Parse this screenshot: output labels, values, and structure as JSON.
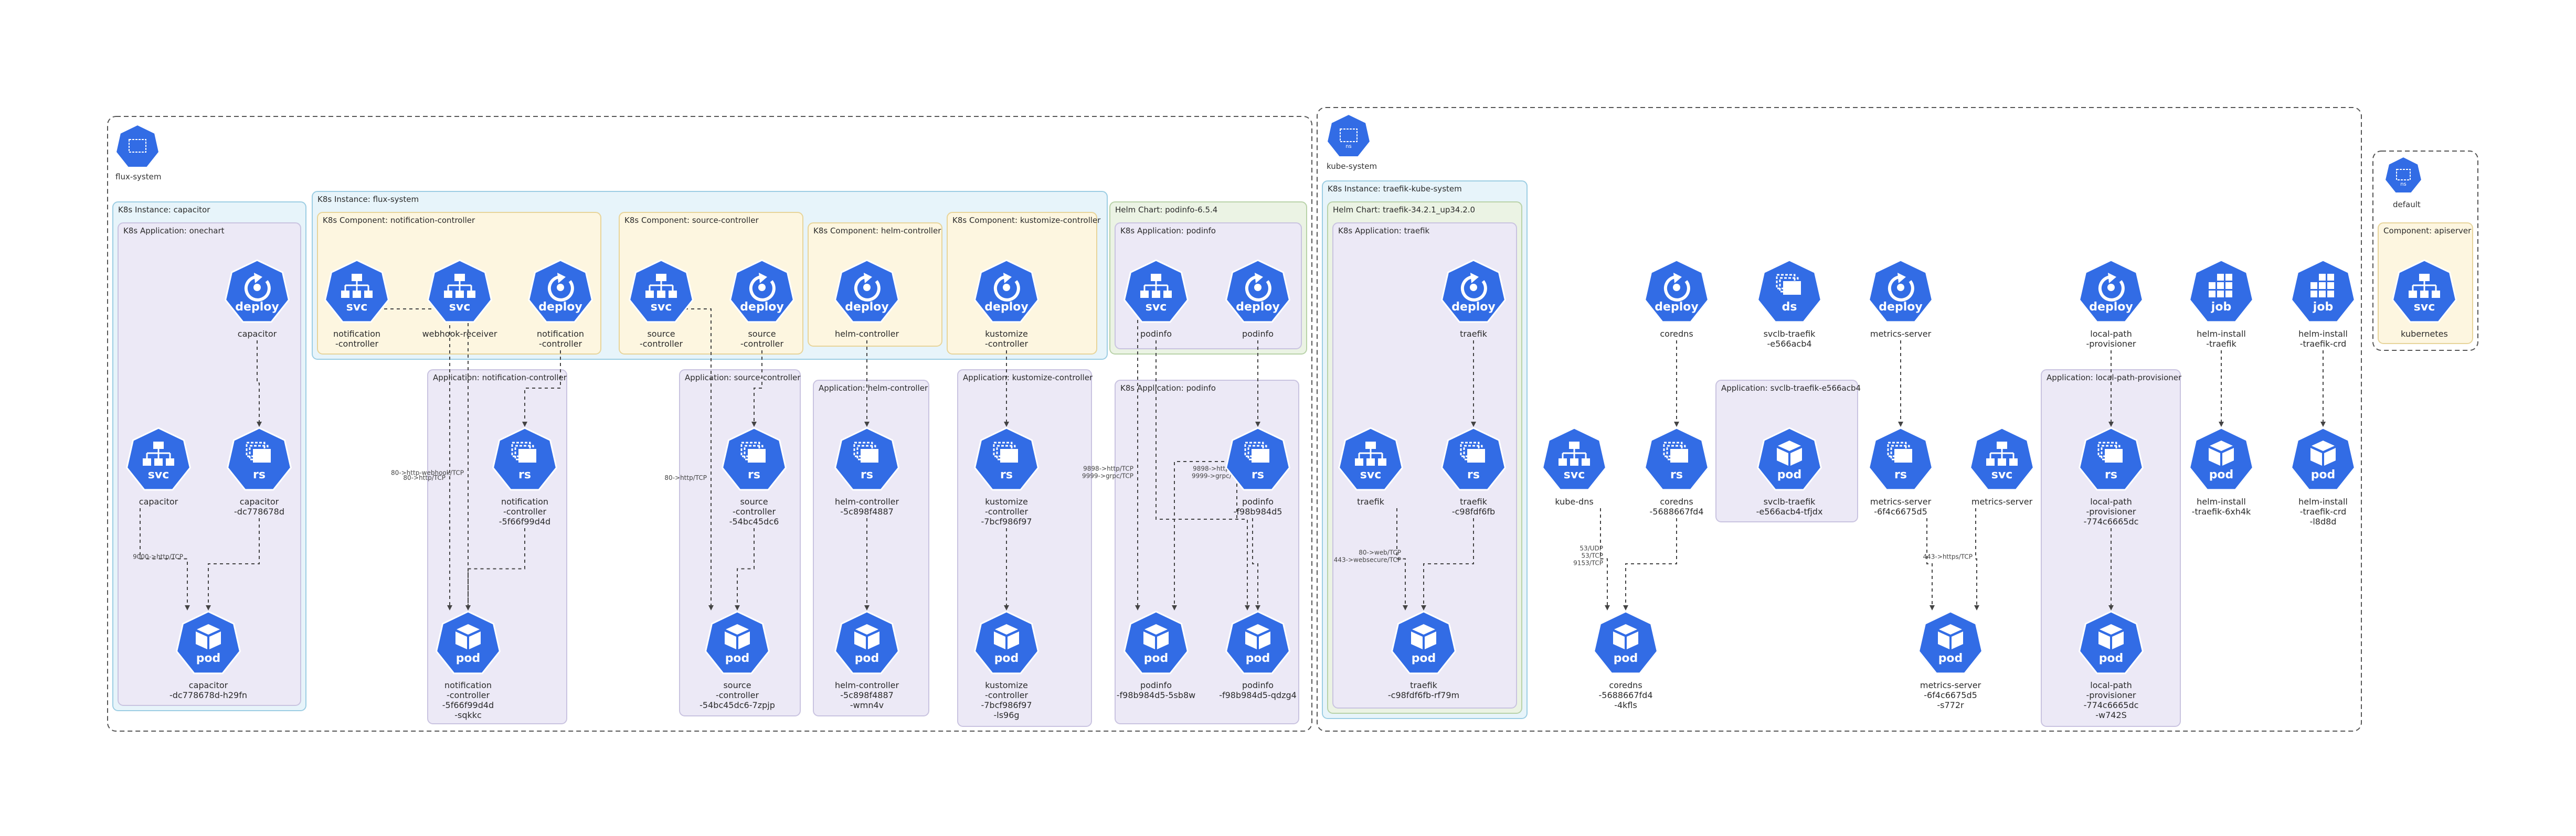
{
  "colors": {
    "hex": "#326ce5",
    "ns_border": "#555555",
    "inst_fill": "#e7f4fa",
    "inst_border": "#9ccde3",
    "comp_fill": "#fdf6e0",
    "comp_border": "#e7d49a",
    "app_fill": "#ece9f6",
    "app_border": "#c9c3e0",
    "chart_fill": "#ebf3e4",
    "chart_border": "#b8d2a8",
    "edge": "#444444"
  },
  "namespaces": [
    {
      "id": "ns1",
      "label": "flux-system",
      "icon": "namespace-icon",
      "icon_text": ""
    },
    {
      "id": "ns2",
      "label": "kube-system",
      "icon": "namespace-icon",
      "icon_text": "ns"
    },
    {
      "id": "ns3",
      "label": "default",
      "icon": "namespace-icon",
      "icon_text": "ns"
    }
  ],
  "groups": [
    {
      "id": "g1",
      "label": "K8s Instance: capacitor"
    },
    {
      "id": "g2",
      "label": "K8s Application: onechart"
    },
    {
      "id": "g3",
      "label": "K8s Instance: flux-system"
    },
    {
      "id": "g4",
      "label": "K8s Component: notification-controller"
    },
    {
      "id": "g5",
      "label": "K8s Component: source-controller"
    },
    {
      "id": "g6",
      "label": "K8s Component: helm-controller"
    },
    {
      "id": "g7",
      "label": "K8s Component: kustomize-controller"
    },
    {
      "id": "g8",
      "label": "Helm Chart: podinfo-6.5.4"
    },
    {
      "id": "g9",
      "label": "K8s Application: podinfo"
    },
    {
      "id": "g10",
      "label": "Application: notification-controller"
    },
    {
      "id": "g11",
      "label": "Application: source-controller"
    },
    {
      "id": "g12",
      "label": "Application: helm-controller"
    },
    {
      "id": "g13",
      "label": "Application: kustomize-controller"
    },
    {
      "id": "g14",
      "label": "K8s Application: podinfo"
    },
    {
      "id": "g15",
      "label": "K8s Instance: traefik-kube-system"
    },
    {
      "id": "g16",
      "label": "Helm Chart: traefik-34.2.1_up34.2.0"
    },
    {
      "id": "g17",
      "label": "K8s Application: traefik"
    },
    {
      "id": "g18",
      "label": "Application: svclb-traefik-e566acb4"
    },
    {
      "id": "g19",
      "label": "Application: local-path-provisioner"
    },
    {
      "id": "g20",
      "label": "Component: apiserver"
    }
  ],
  "nodes": [
    {
      "id": "n1",
      "kind": "deploy",
      "label": [
        "capacitor"
      ]
    },
    {
      "id": "n2",
      "kind": "svc",
      "label": [
        "capacitor"
      ]
    },
    {
      "id": "n3",
      "kind": "rs",
      "label": [
        "capacitor",
        "-dc778678d"
      ]
    },
    {
      "id": "n4",
      "kind": "pod",
      "label": [
        "capacitor",
        "-dc778678d-h29fn"
      ]
    },
    {
      "id": "n5",
      "kind": "svc",
      "label": [
        "notification",
        "-controller"
      ]
    },
    {
      "id": "n6",
      "kind": "svc",
      "label": [
        "webhook-receiver"
      ]
    },
    {
      "id": "n7",
      "kind": "deploy",
      "label": [
        "notification",
        "-controller"
      ]
    },
    {
      "id": "n8",
      "kind": "rs",
      "label": [
        "notification",
        "-controller",
        "-5f66f99d4d"
      ]
    },
    {
      "id": "n9",
      "kind": "pod",
      "label": [
        "notification",
        "-controller",
        "-5f66f99d4d",
        "-sqkkc"
      ]
    },
    {
      "id": "n10",
      "kind": "svc",
      "label": [
        "source",
        "-controller"
      ]
    },
    {
      "id": "n11",
      "kind": "deploy",
      "label": [
        "source",
        "-controller"
      ]
    },
    {
      "id": "n12",
      "kind": "rs",
      "label": [
        "source",
        "-controller",
        "-54bc45dc6"
      ]
    },
    {
      "id": "n13",
      "kind": "pod",
      "label": [
        "source",
        "-controller",
        "-54bc45dc6-7zpjp"
      ]
    },
    {
      "id": "n14",
      "kind": "deploy",
      "label": [
        "helm-controller"
      ]
    },
    {
      "id": "n15",
      "kind": "rs",
      "label": [
        "helm-controller",
        "-5c898f4887"
      ]
    },
    {
      "id": "n16",
      "kind": "pod",
      "label": [
        "helm-controller",
        "-5c898f4887",
        "-wmn4v"
      ]
    },
    {
      "id": "n17",
      "kind": "deploy",
      "label": [
        "kustomize",
        "-controller"
      ]
    },
    {
      "id": "n18",
      "kind": "rs",
      "label": [
        "kustomize",
        "-controller",
        "-7bcf986f97"
      ]
    },
    {
      "id": "n19",
      "kind": "pod",
      "label": [
        "kustomize",
        "-controller",
        "-7bcf986f97",
        "-ls96g"
      ]
    },
    {
      "id": "n20",
      "kind": "svc",
      "label": [
        "podinfo"
      ]
    },
    {
      "id": "n21",
      "kind": "deploy",
      "label": [
        "podinfo"
      ]
    },
    {
      "id": "n22",
      "kind": "rs",
      "label": [
        "podinfo",
        "-f98b984d5"
      ]
    },
    {
      "id": "n23",
      "kind": "pod",
      "label": [
        "podinfo",
        "-f98b984d5-5sb8w"
      ]
    },
    {
      "id": "n24",
      "kind": "pod",
      "label": [
        "podinfo",
        "-f98b984d5-qdzg4"
      ]
    },
    {
      "id": "n25",
      "kind": "deploy",
      "label": [
        "traefik"
      ]
    },
    {
      "id": "n26",
      "kind": "svc",
      "label": [
        "traefik"
      ]
    },
    {
      "id": "n27",
      "kind": "rs",
      "label": [
        "traefik",
        "-c98fdf6fb"
      ]
    },
    {
      "id": "n28",
      "kind": "pod",
      "label": [
        "traefik",
        "-c98fdf6fb-rf79m"
      ]
    },
    {
      "id": "n29",
      "kind": "deploy",
      "label": [
        "coredns"
      ]
    },
    {
      "id": "n30",
      "kind": "svc",
      "label": [
        "kube-dns"
      ]
    },
    {
      "id": "n31",
      "kind": "rs",
      "label": [
        "coredns",
        "-5688667fd4"
      ]
    },
    {
      "id": "n32",
      "kind": "pod",
      "label": [
        "coredns",
        "-5688667fd4",
        "-4kfls"
      ]
    },
    {
      "id": "n33",
      "kind": "ds",
      "label": [
        "svclb-traefik",
        "-e566acb4"
      ]
    },
    {
      "id": "n34",
      "kind": "pod",
      "label": [
        "svclb-traefik",
        "-e566acb4-tfjdx"
      ]
    },
    {
      "id": "n35",
      "kind": "deploy",
      "label": [
        "metrics-server"
      ]
    },
    {
      "id": "n36",
      "kind": "rs",
      "label": [
        "metrics-server",
        "-6f4c6675d5"
      ]
    },
    {
      "id": "n37",
      "kind": "svc",
      "label": [
        "metrics-server"
      ]
    },
    {
      "id": "n38",
      "kind": "pod",
      "label": [
        "metrics-server",
        "-6f4c6675d5",
        "-s772r"
      ]
    },
    {
      "id": "n39",
      "kind": "deploy",
      "label": [
        "local-path",
        "-provisioner"
      ]
    },
    {
      "id": "n40",
      "kind": "rs",
      "label": [
        "local-path",
        "-provisioner",
        "-774c6665dc"
      ]
    },
    {
      "id": "n41",
      "kind": "pod",
      "label": [
        "local-path",
        "-provisioner",
        "-774c6665dc",
        "-w742S"
      ]
    },
    {
      "id": "n42",
      "kind": "job",
      "label": [
        "helm-install",
        "-traefik"
      ]
    },
    {
      "id": "n43",
      "kind": "pod",
      "label": [
        "helm-install",
        "-traefik-6xh4k"
      ]
    },
    {
      "id": "n44",
      "kind": "job",
      "label": [
        "helm-install",
        "-traefik-crd"
      ]
    },
    {
      "id": "n45",
      "kind": "pod",
      "label": [
        "helm-install",
        "-traefik-crd",
        "-l8d8d"
      ]
    },
    {
      "id": "n46",
      "kind": "svc",
      "label": [
        "kubernetes"
      ]
    }
  ],
  "edges": [
    {
      "from": "n1",
      "to": "n3",
      "label": []
    },
    {
      "from": "n2",
      "to": "n4",
      "label": [
        "9000->http/TCP"
      ]
    },
    {
      "from": "n3",
      "to": "n4",
      "label": []
    },
    {
      "from": "n5",
      "to": "n9",
      "label": [
        "80->http/TCP"
      ]
    },
    {
      "from": "n6",
      "to": "n9",
      "label": [
        "80->http-webhook/TCP"
      ]
    },
    {
      "from": "n7",
      "to": "n8",
      "label": []
    },
    {
      "from": "n8",
      "to": "n9",
      "label": []
    },
    {
      "from": "n10",
      "to": "n13",
      "label": [
        "80->http/TCP"
      ]
    },
    {
      "from": "n11",
      "to": "n12",
      "label": []
    },
    {
      "from": "n12",
      "to": "n13",
      "label": []
    },
    {
      "from": "n14",
      "to": "n15",
      "label": []
    },
    {
      "from": "n15",
      "to": "n16",
      "label": []
    },
    {
      "from": "n17",
      "to": "n18",
      "label": []
    },
    {
      "from": "n18",
      "to": "n19",
      "label": []
    },
    {
      "from": "n20",
      "to": "n23",
      "label": [
        "9898->http/TCP",
        "9999->grpc/TCP"
      ]
    },
    {
      "from": "n20",
      "to": "n24",
      "label": [
        "9898->http/TCP",
        "9999->grpc/TCP"
      ]
    },
    {
      "from": "n21",
      "to": "n22",
      "label": []
    },
    {
      "from": "n22",
      "to": "n23",
      "label": []
    },
    {
      "from": "n22",
      "to": "n24",
      "label": []
    },
    {
      "from": "n25",
      "to": "n27",
      "label": []
    },
    {
      "from": "n26",
      "to": "n28",
      "label": [
        "80->web/TCP",
        "443->websecure/TCP"
      ]
    },
    {
      "from": "n27",
      "to": "n28",
      "label": []
    },
    {
      "from": "n29",
      "to": "n31",
      "label": []
    },
    {
      "from": "n30",
      "to": "n32",
      "label": [
        "53/UDP",
        "53/TCP",
        "9153/TCP"
      ]
    },
    {
      "from": "n31",
      "to": "n32",
      "label": []
    },
    {
      "from": "n35",
      "to": "n36",
      "label": []
    },
    {
      "from": "n36",
      "to": "n38",
      "label": []
    },
    {
      "from": "n37",
      "to": "n38",
      "label": [
        "443->https/TCP"
      ]
    },
    {
      "from": "n39",
      "to": "n40",
      "label": []
    },
    {
      "from": "n40",
      "to": "n41",
      "label": []
    },
    {
      "from": "n42",
      "to": "n43",
      "label": []
    },
    {
      "from": "n44",
      "to": "n45",
      "label": []
    }
  ]
}
